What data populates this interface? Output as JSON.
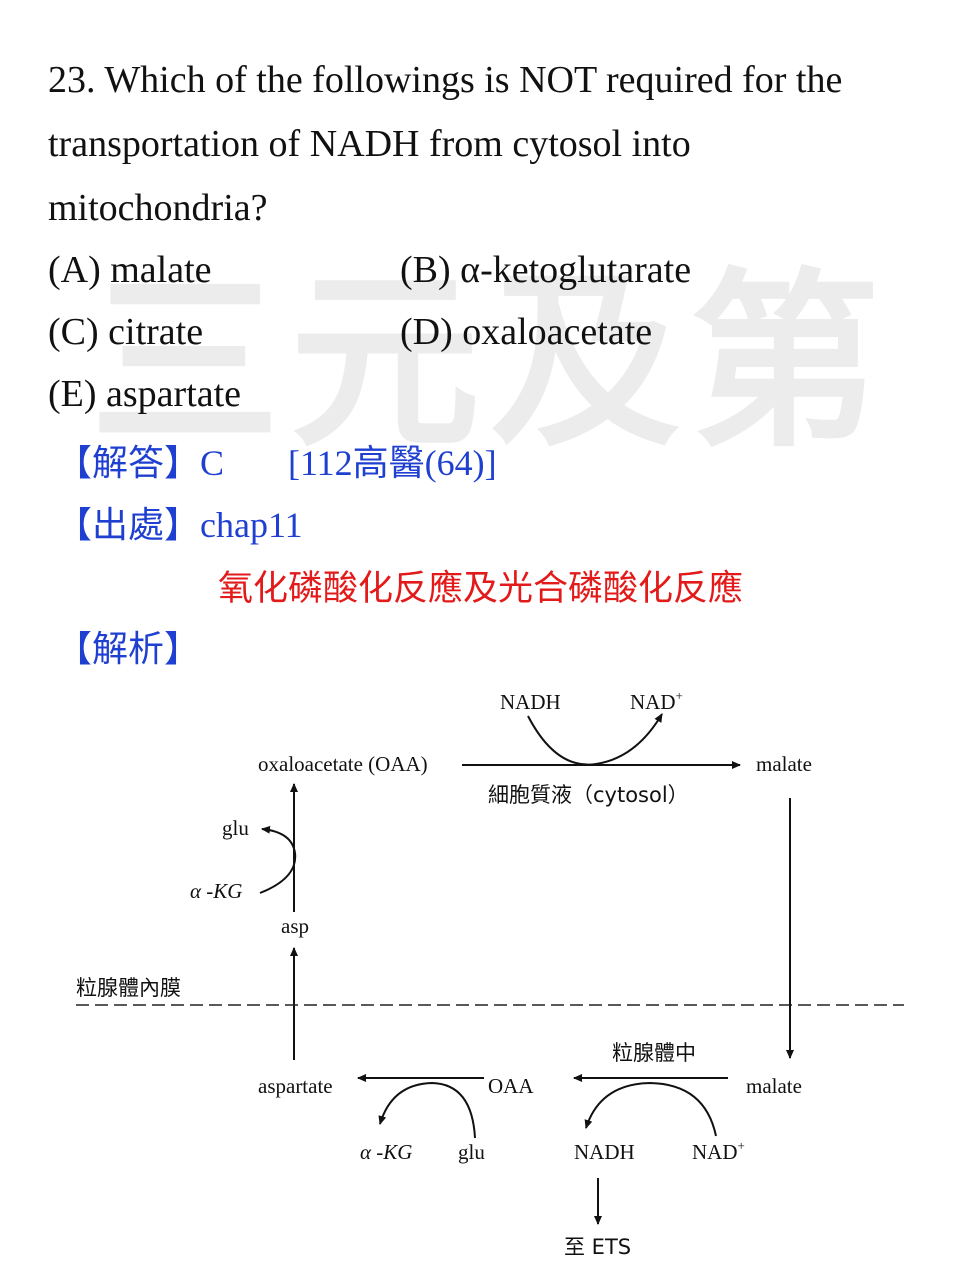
{
  "watermark": "三元及第",
  "question": {
    "line1": "23. Which of the followings is NOT required for the",
    "line2": "transportation of NADH from cytosol into",
    "line3": "mitochondria?"
  },
  "options": {
    "a": "(A) malate",
    "b": "(B) α-ketoglutarate",
    "c": "(C) citrate",
    "d": "(D) oxaloacetate",
    "e": "(E) aspartate"
  },
  "answer": {
    "label": "【解答】",
    "value": "C",
    "source": "[112高醫(64)]"
  },
  "origin": {
    "label": "【出處】",
    "value": "chap11"
  },
  "topic": "氧化磷酸化反應及光合磷酸化反應",
  "analysis_label": "【解析】",
  "diagram": {
    "nadh_top": "NADH",
    "nad_top": "NAD",
    "nad_sup": "+",
    "oaa_top": "oxaloacetate (OAA)",
    "malate_top": "malate",
    "cytosol": "細胞質液（cytosol）",
    "glu_top": "glu",
    "akg_top": "α -KG",
    "asp": "asp",
    "membrane": "粒腺體內膜",
    "matrix": "粒腺體中",
    "aspartate": "aspartate",
    "oaa_bottom": "OAA",
    "malate_bottom": "malate",
    "akg_bottom": "α -KG",
    "glu_bottom": "glu",
    "nadh_bottom": "NADH",
    "nad_bottom": "NAD",
    "nad_bottom_sup": "+",
    "ets": "至 ETS"
  }
}
